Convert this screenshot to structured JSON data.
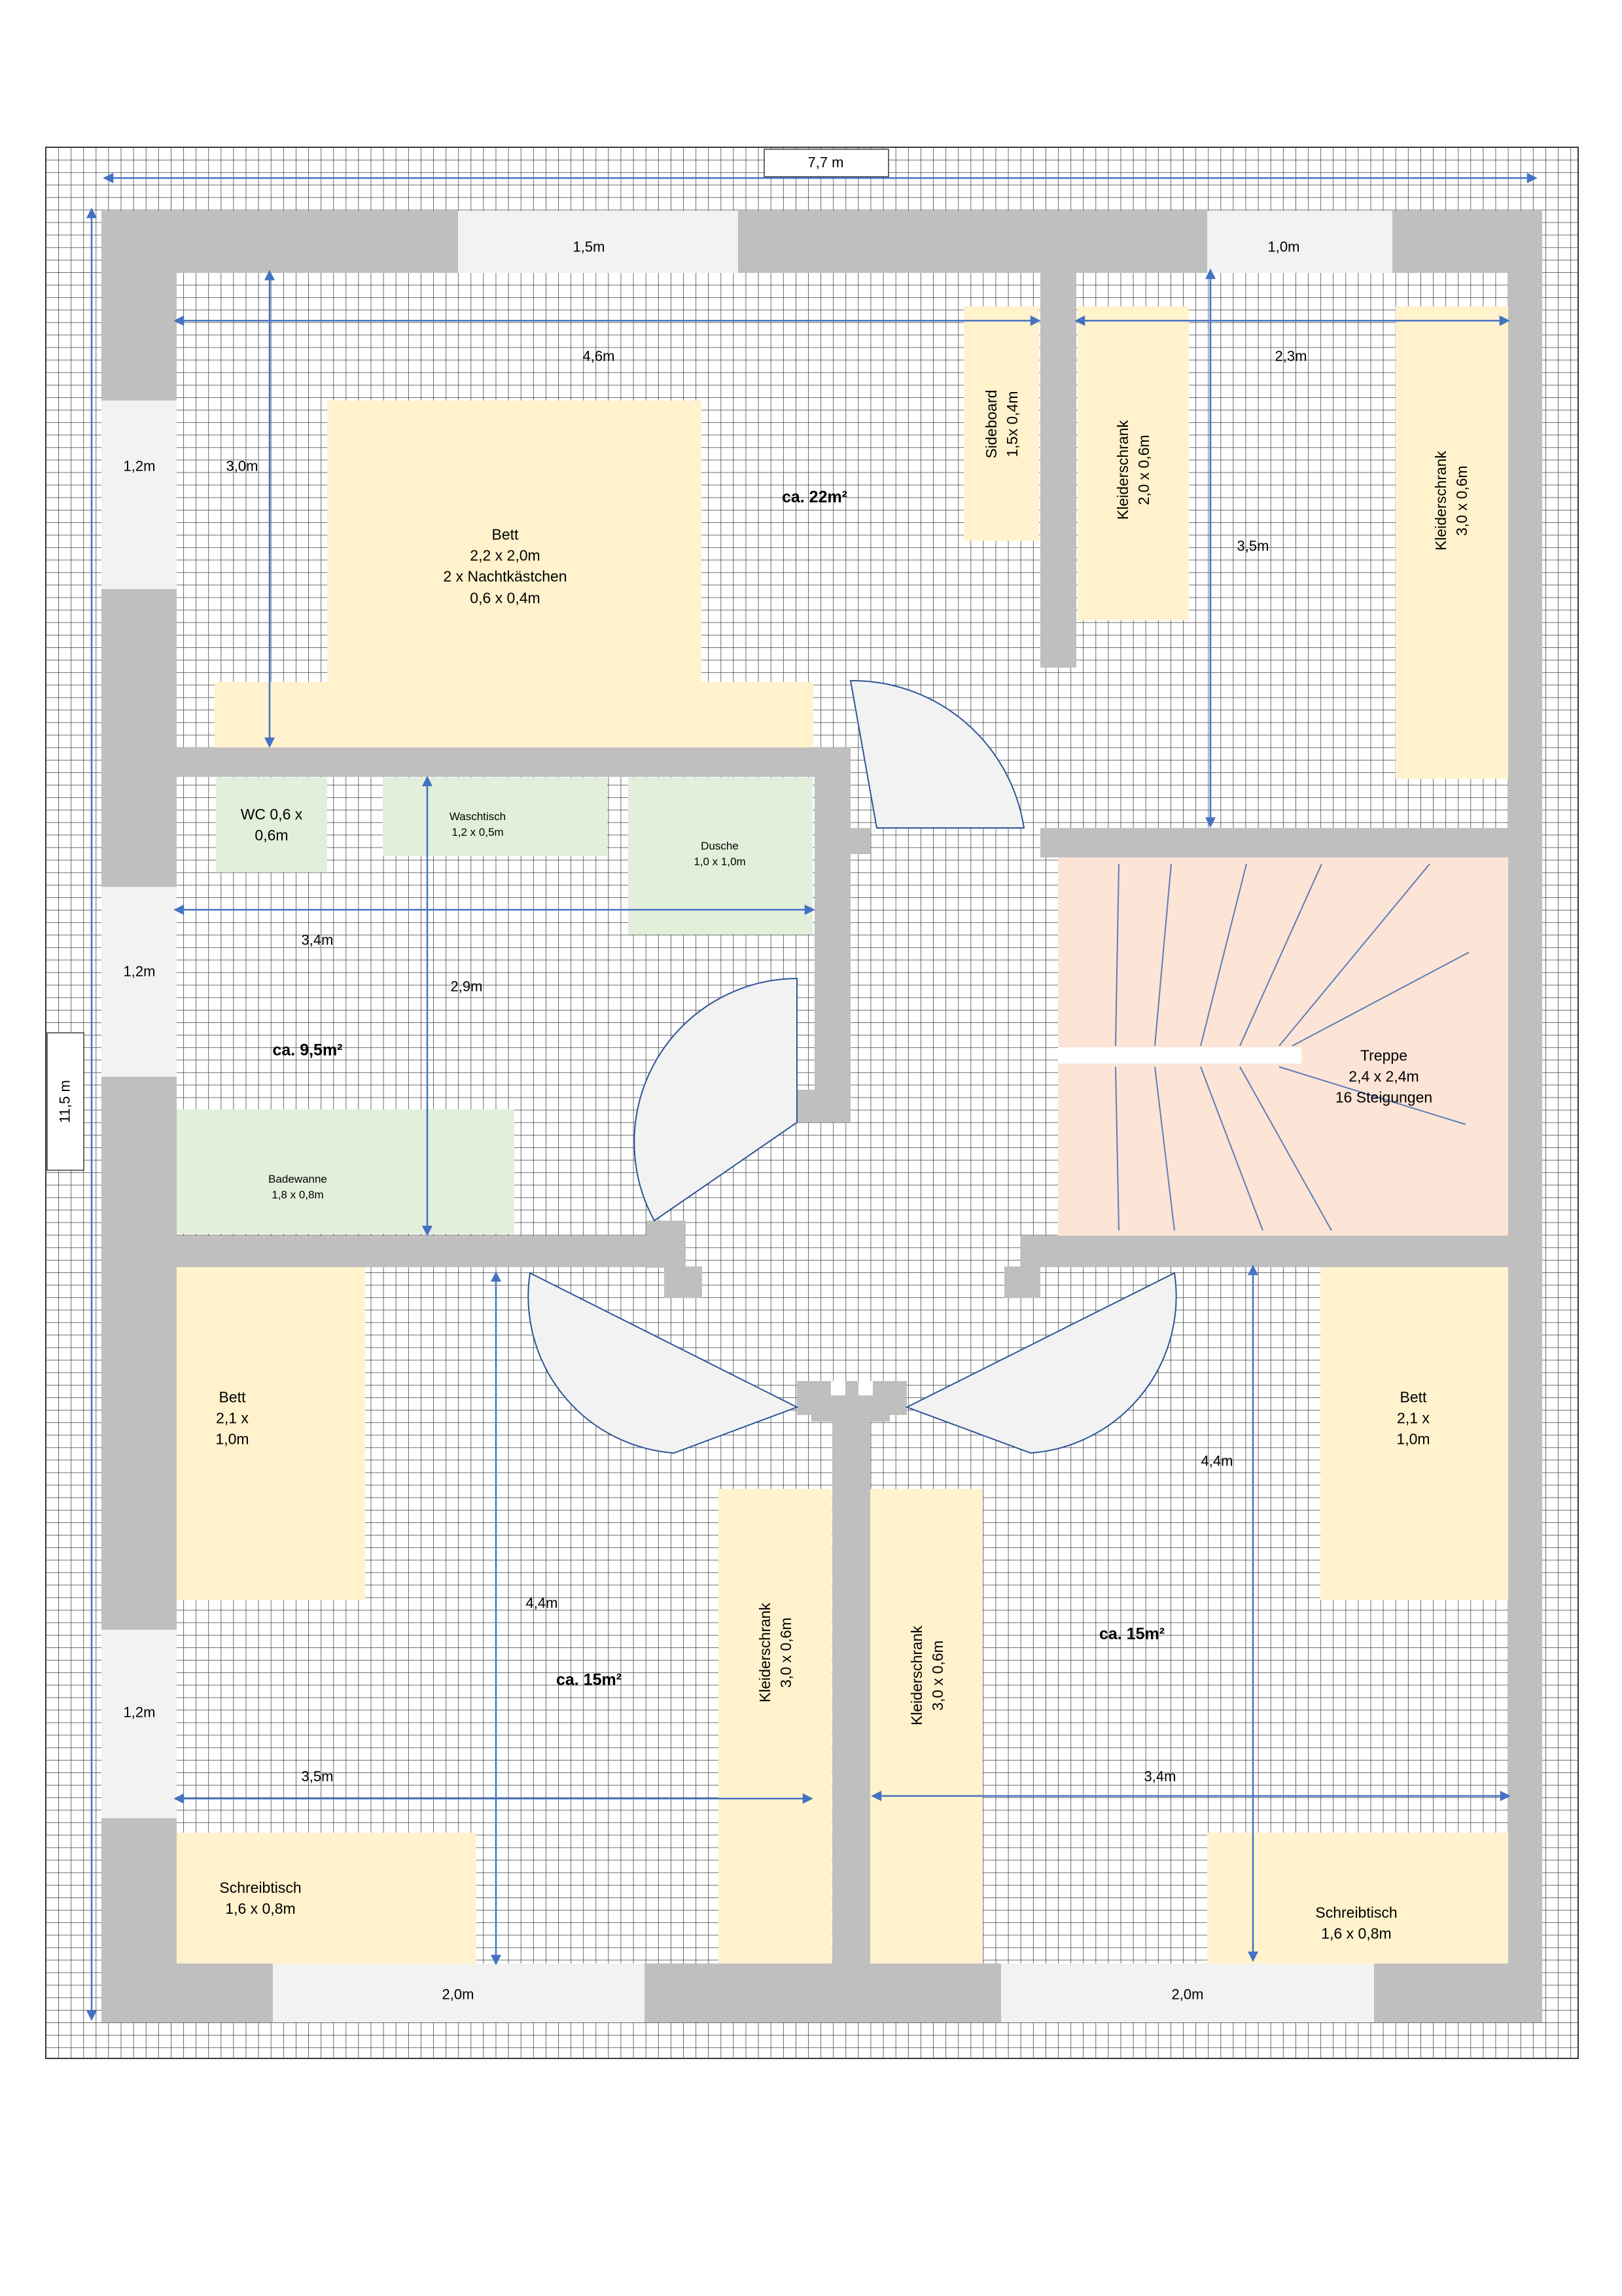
{
  "colors": {
    "grid": "#3a3a3a",
    "wall": "#bfbfbf",
    "opening": "#f2f2f2",
    "furniture_bedroom": "#fff2cc",
    "furniture_bath": "#e2efda",
    "stairs": "#fce4d6",
    "door": "#f2f2f2",
    "door_edge": "#2f5597",
    "dim_line": "#4472c4"
  },
  "dimensions": {
    "total_width": "7,7 m",
    "total_height": "11,5 m",
    "top_window_left": "1,5m",
    "top_window_right": "1,0m",
    "left_window_top": "1,2m",
    "left_window_mid": "1,2m",
    "left_window_bottom": "1,2m",
    "bottom_window_left": "2,0m",
    "bottom_window_right": "2,0m",
    "bedroom_main_width": "4,6m",
    "bedroom_main_depth": "3,0m",
    "closet_width": "2,3m",
    "closet_depth": "3,5m",
    "bath_width": "3,4m",
    "bath_depth": "2,9m",
    "room_bl_width": "3,5m",
    "room_bl_depth": "4,4m",
    "room_br_width": "3,4m",
    "room_br_depth": "4,4m"
  },
  "areas": {
    "bedroom_main": "ca. 22m²",
    "bath": "ca. 9,5m²",
    "room_bl": "ca. 15m²",
    "room_br": "ca. 15m²"
  },
  "furniture": {
    "bed_main": [
      "Bett",
      "2,2 x 2,0m",
      "2 x Nachtkästchen",
      "0,6 x 0,4m"
    ],
    "sideboard": [
      "Sideboard",
      "1,5x 0,4m"
    ],
    "wardrobe_small": [
      "Kleiderschrank",
      "2,0 x 0,6m"
    ],
    "wardrobe_right": [
      "Kleiderschrank",
      "3,0 x 0,6m"
    ],
    "wc": [
      "WC 0,6 x",
      "0,6m"
    ],
    "washbasin": [
      "Waschtisch",
      "1,2 x 0,5m"
    ],
    "shower": [
      "Dusche",
      "1,0 x 1,0m"
    ],
    "bathtub": [
      "Badewanne",
      "1,8 x 0,8m"
    ],
    "stairs": [
      "Treppe",
      "2,4 x 2,4m",
      "16 Steigungen"
    ],
    "bed_bl": [
      "Bett",
      "2,1 x",
      "1,0m"
    ],
    "bed_br": [
      "Bett",
      "2,1 x",
      "1,0m"
    ],
    "wardrobe_bl": [
      "Kleiderschrank",
      "3,0 x 0,6m"
    ],
    "wardrobe_br": [
      "Kleiderschrank",
      "3,0 x 0,6m"
    ],
    "desk_bl": [
      "Schreibtisch",
      "1,6 x 0,8m"
    ],
    "desk_br": [
      "Schreibtisch",
      "1,6 x 0,8m"
    ]
  }
}
